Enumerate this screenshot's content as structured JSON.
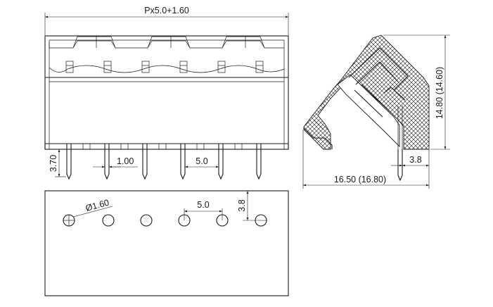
{
  "front_view": {
    "overall_width_label": "Px5.0+1.60",
    "pin_length_label": "3.70",
    "pin_width_label": "1.00",
    "pitch_label": "5.0"
  },
  "bottom_view": {
    "hole_diameter_label": "Ø1.60",
    "pitch_label": "5.0",
    "edge_offset_label": "3.8"
  },
  "side_view": {
    "height_label": "14.80 (14.60)",
    "depth_label": "16.50 (16.80)",
    "pin_offset_label": "3.8"
  }
}
